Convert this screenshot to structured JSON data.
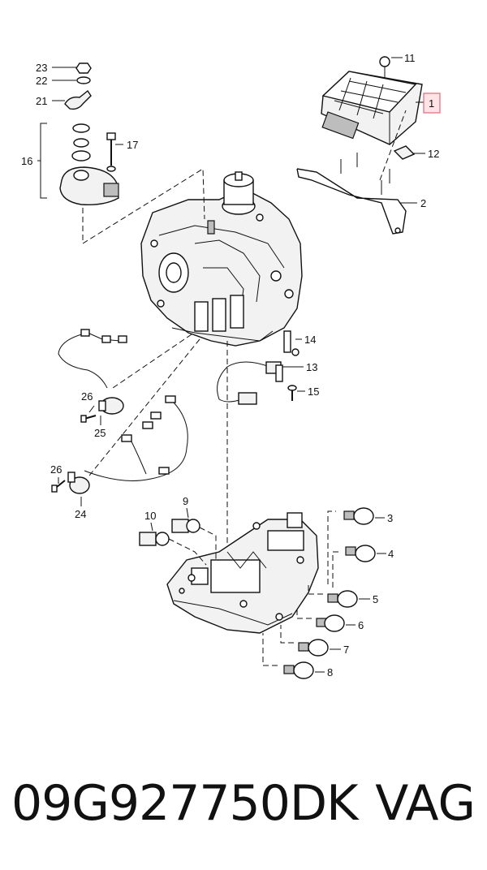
{
  "diagram": {
    "callouts": {
      "c1": "1",
      "c2": "2",
      "c3": "3",
      "c4": "4",
      "c5": "5",
      "c6": "6",
      "c7": "7",
      "c8": "8",
      "c9": "9",
      "c10": "10",
      "c11": "11",
      "c12": "12",
      "c13": "13",
      "c14": "14",
      "c15": "15",
      "c16": "16",
      "c17": "17",
      "c21": "21",
      "c22": "22",
      "c23": "23",
      "c24": "24",
      "c25": "25",
      "c26a": "26",
      "c26b": "26"
    },
    "highlighted_callout": "1",
    "highlight_color": "#ffe3e6"
  },
  "footer": {
    "part_number": "09G927750DK",
    "brand": "VAG"
  }
}
